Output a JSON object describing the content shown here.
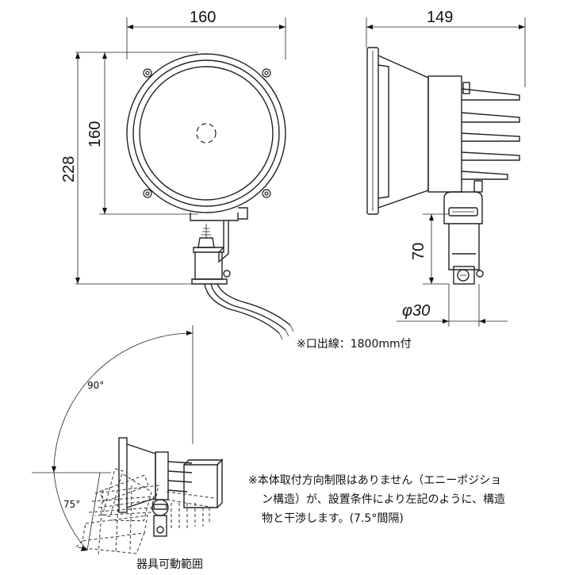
{
  "dimensions": {
    "front_width": "160",
    "front_height_inner": "160",
    "total_height": "228",
    "side_depth": "149",
    "bracket_height": "70",
    "pipe_diameter": "φ30"
  },
  "notes": {
    "cable": "※口出線：1800mm付",
    "mounting_line1": "※本体取付方向制限はありません（エニーポジショ",
    "mounting_line2": "ン構造）が、設置条件により左記のように、構造",
    "mounting_line3": "物と干渉します。(7.5°間隔)"
  },
  "angles": {
    "upper": "90°",
    "lower": "75°"
  },
  "captions": {
    "range": "器具可動範囲"
  }
}
